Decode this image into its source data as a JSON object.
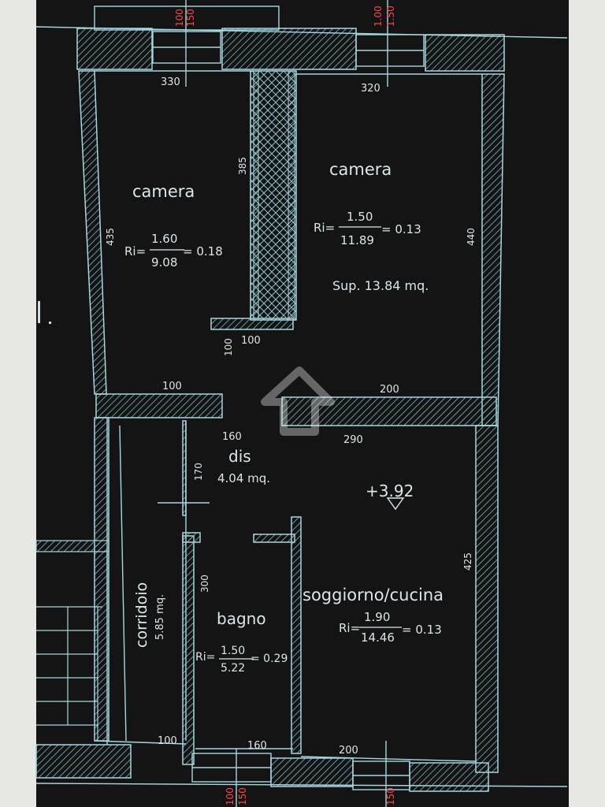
{
  "rooms": {
    "camera_left": {
      "name": "camera",
      "ri_label": "Ri=",
      "ri_num": "1.60",
      "ri_den": "9.08",
      "ri_val": "= 0.18"
    },
    "camera_right": {
      "name": "camera",
      "ri_label": "Ri=",
      "ri_num": "1.50",
      "ri_den": "11.89",
      "ri_val": "= 0.13",
      "sup": "Sup. 13.84 mq."
    },
    "dis": {
      "name": "dis",
      "area": "4.04 mq."
    },
    "corridoio": {
      "name": "corridoio",
      "area": "5.85 mq."
    },
    "bagno": {
      "name": "bagno",
      "ri_label": "Ri=",
      "ri_num": "1.50",
      "ri_den": "5.22",
      "ri_val": "= 0.29"
    },
    "soggiorno": {
      "name": "soggiorno/cucina",
      "ri_label": "Ri=",
      "ri_num": "1.90",
      "ri_den": "14.46",
      "ri_val": "= 0.13"
    }
  },
  "elevation": "+3.92",
  "dimensions": {
    "top_left_window": "330",
    "top_right_window": "320",
    "left_wall_height": "435",
    "right_wall_height": "440",
    "central_wall": "385",
    "door_small_1": "100",
    "door_small_2": "100",
    "door_left": "100",
    "door_right": "200",
    "dis_width": "160",
    "dis_height": "170",
    "soggiorno_top": "290",
    "soggiorno_right": "425",
    "bagno_height": "300",
    "bottom_left": "100",
    "bottom_mid": "160",
    "bottom_right": "200"
  },
  "red_marks": {
    "top_1": "100",
    "top_2": "150",
    "top_3": "1.00",
    "top_4": "1.50",
    "bottom_1": "100",
    "bottom_2": "150",
    "bottom_3": "150"
  },
  "colors": {
    "background": "#141414",
    "line": "#a6d7de",
    "text": "#d9e6ea",
    "red": "#ff4747",
    "margin": "#e7e7e3"
  }
}
